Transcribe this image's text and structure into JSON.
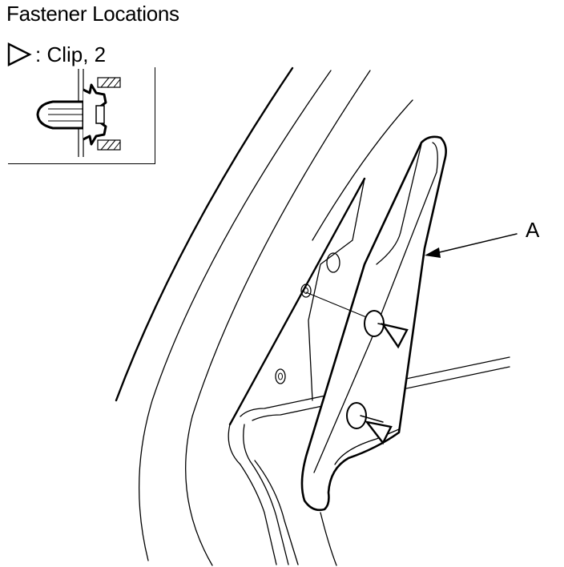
{
  "title": "Fastener Locations",
  "legend": {
    "icon": "triangle-outline-right-icon",
    "text": ": Clip, 2"
  },
  "callouts": {
    "a": "A"
  }
}
